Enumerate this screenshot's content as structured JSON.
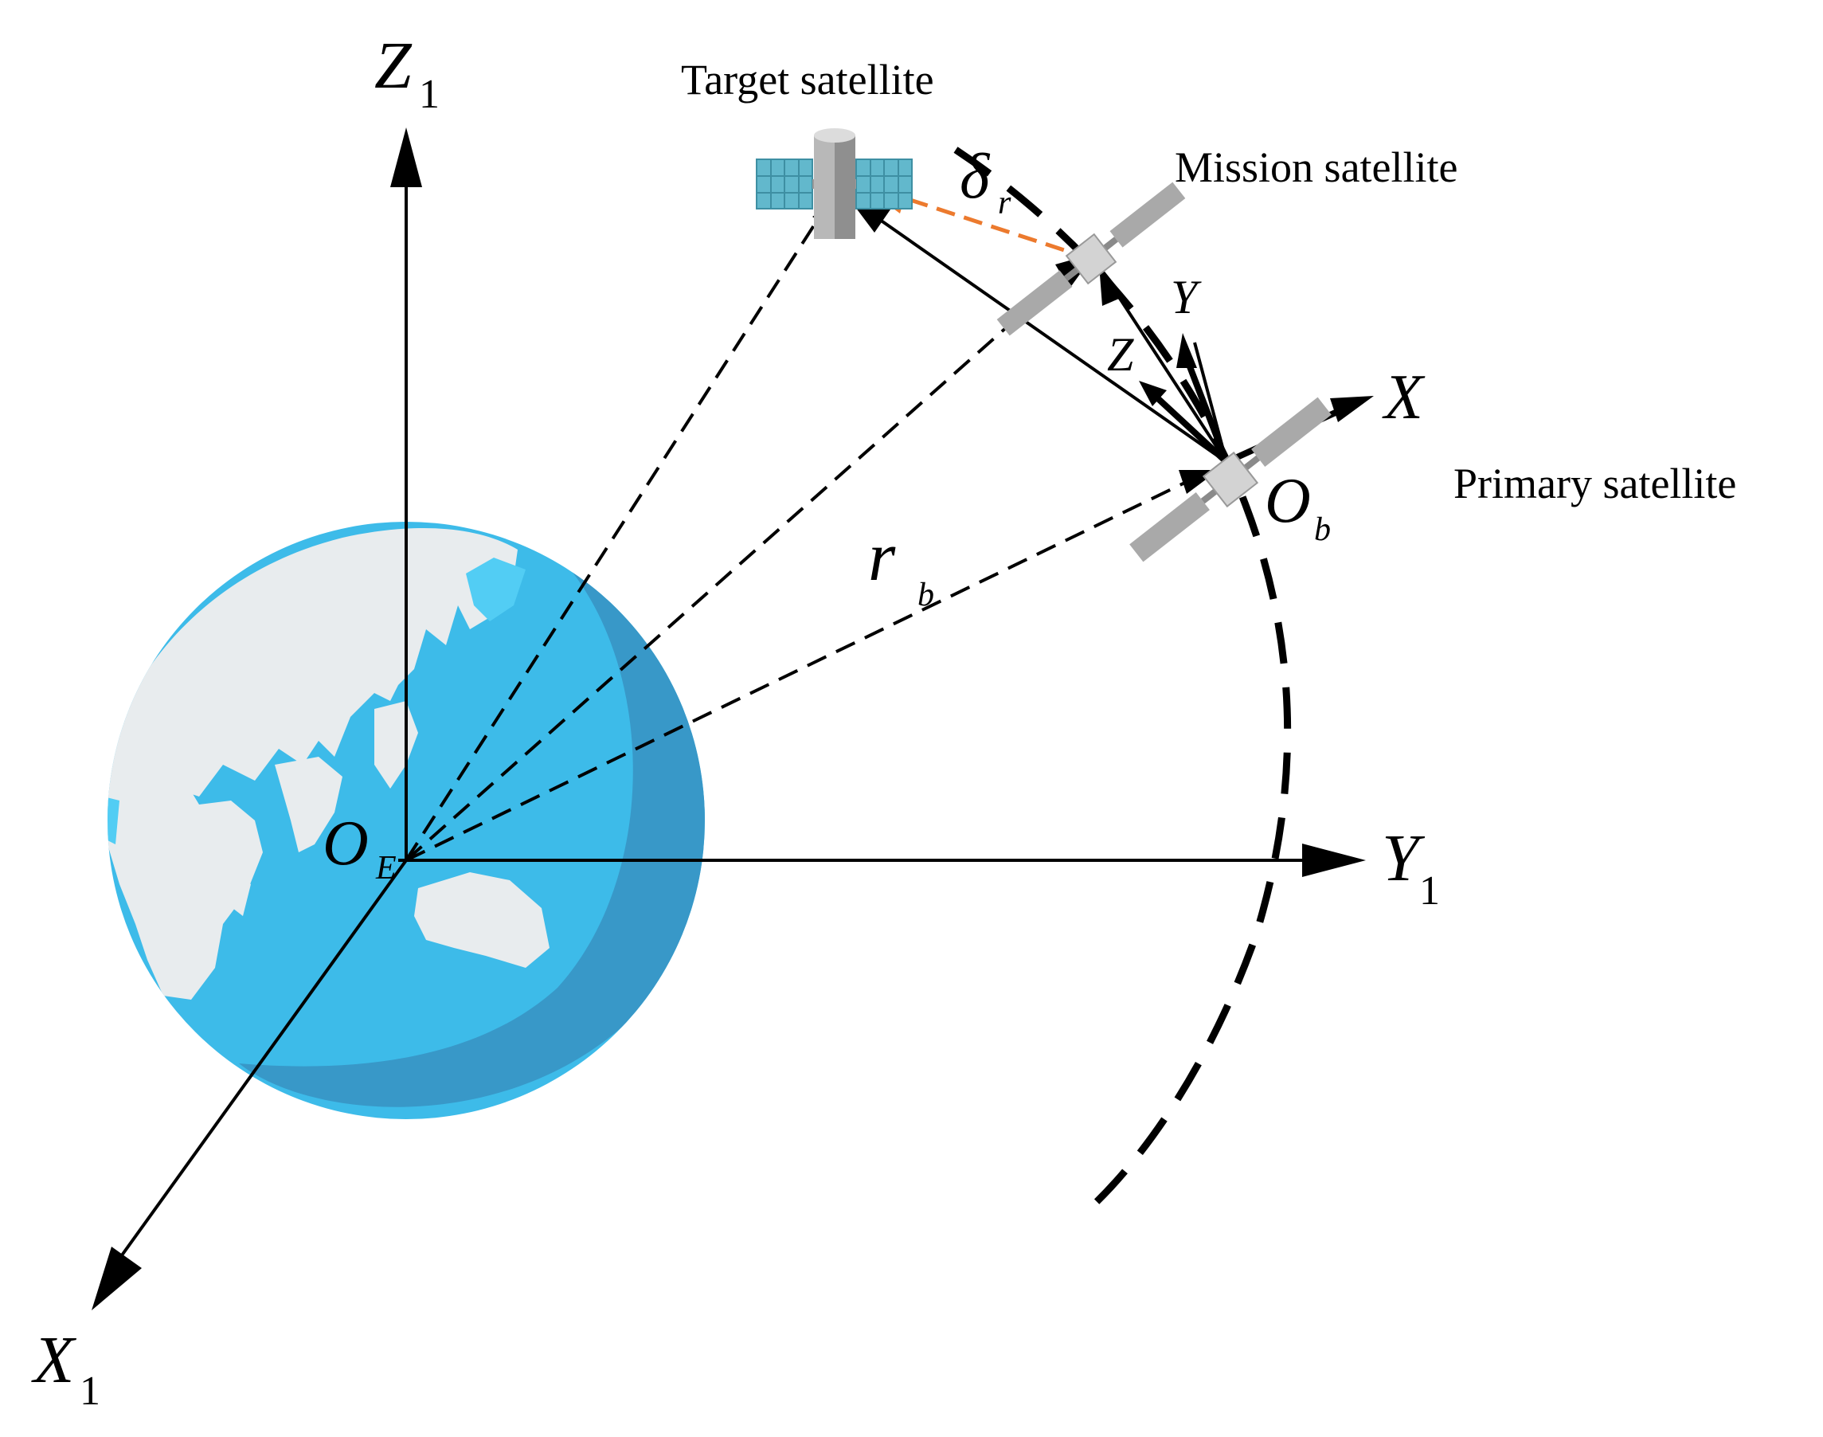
{
  "labels": {
    "target_satellite": "Target satellite",
    "mission_satellite": "Mission satellite",
    "primary_satellite": "Primary satellite"
  },
  "axes": {
    "z1": {
      "letter": "Z",
      "sub": "1"
    },
    "y1": {
      "letter": "Y",
      "sub": "1"
    },
    "x1": {
      "letter": "X",
      "sub": "1"
    },
    "local_x": "X",
    "local_y": "Y",
    "local_z": "Z"
  },
  "symbols": {
    "earth_origin": {
      "letter": "O",
      "sub": "E"
    },
    "body_origin": {
      "letter": "O",
      "sub": "b"
    },
    "radius": {
      "letter": "r",
      "sub": "b"
    },
    "relative": {
      "letter": "δ",
      "sub": "r"
    }
  },
  "colors": {
    "ocean": "#3dbbe9",
    "ocean_shadow": "#3898c8",
    "land": "#e8ecee",
    "land_highlight": "#52cdf4",
    "panel_teal": "#62b8cc",
    "relative_vector": "#ec7a2e",
    "line": "#000000"
  }
}
